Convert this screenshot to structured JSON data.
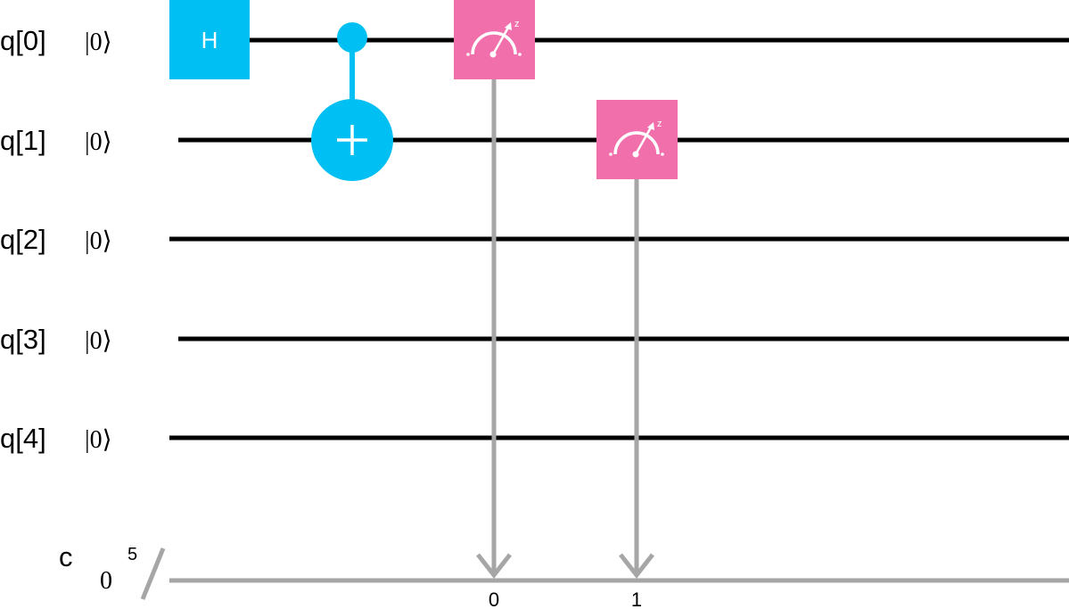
{
  "circuit": {
    "qubits": [
      {
        "label": "q[0]",
        "init": "|0⟩"
      },
      {
        "label": "q[1]",
        "init": "|0⟩"
      },
      {
        "label": "q[2]",
        "init": "|0⟩"
      },
      {
        "label": "q[3]",
        "init": "|0⟩"
      },
      {
        "label": "q[4]",
        "init": "|0⟩"
      }
    ],
    "classical_register": {
      "label": "c",
      "init": "0",
      "width": "5"
    },
    "gates": [
      {
        "type": "H",
        "label": "H",
        "qubit": 0,
        "step": 0
      },
      {
        "type": "CNOT",
        "control": 0,
        "target": 1,
        "step": 1
      },
      {
        "type": "measure",
        "qubit": 0,
        "bit": "0",
        "axis": "z",
        "step": 2
      },
      {
        "type": "measure",
        "qubit": 1,
        "bit": "1",
        "axis": "z",
        "step": 3
      }
    ],
    "colors": {
      "wire": "#000000",
      "classical_wire": "#a6a6a6",
      "gate": "#00bff2",
      "measure": "#f170ac",
      "gate_symbol": "#ffffff"
    }
  }
}
